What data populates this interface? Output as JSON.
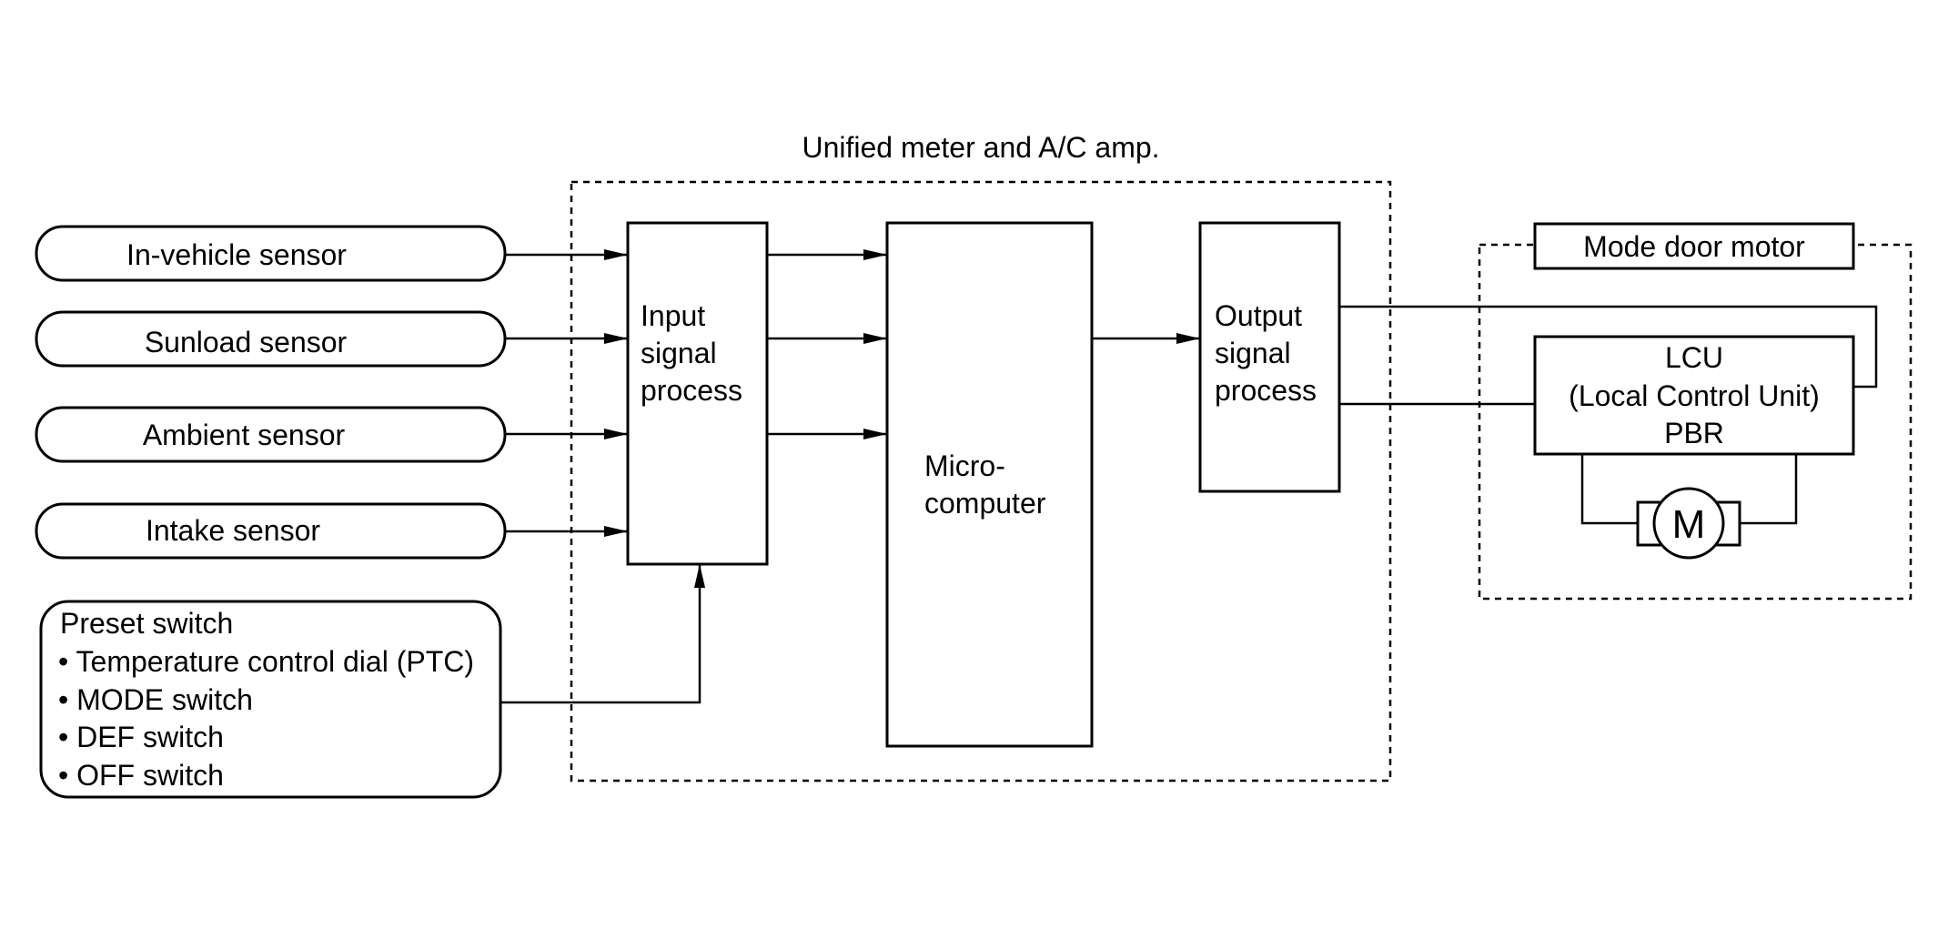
{
  "amp": {
    "title": "Unified meter and A/C amp."
  },
  "sensors": [
    {
      "label": "In-vehicle sensor"
    },
    {
      "label": "Sunload sensor"
    },
    {
      "label": "Ambient sensor"
    },
    {
      "label": "Intake sensor"
    }
  ],
  "preset": {
    "title": "Preset switch",
    "items": [
      "• Temperature control dial (PTC)",
      "• MODE switch",
      "• DEF switch",
      "• OFF switch"
    ]
  },
  "input_block": {
    "lines": [
      "Input",
      "signal",
      "process"
    ]
  },
  "micro_block": {
    "lines": [
      "Micro-",
      "computer"
    ]
  },
  "output_block": {
    "lines": [
      "Output",
      "signal",
      "process"
    ]
  },
  "motor": {
    "title": "Mode door motor",
    "lcu_lines": [
      "LCU",
      "(Local Control Unit)",
      "PBR"
    ],
    "motor_symbol": "M"
  }
}
